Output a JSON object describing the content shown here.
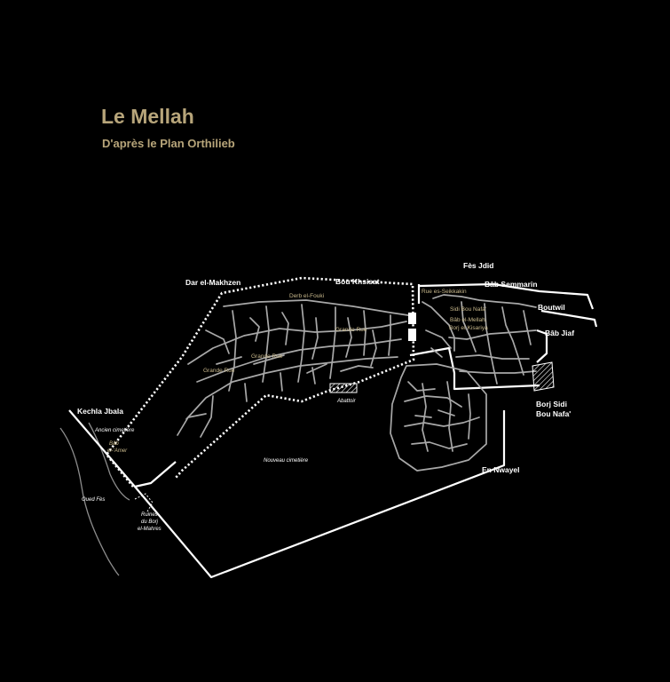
{
  "title": "Le Mellah",
  "subtitle": "D'après le Plan Orthilieb",
  "colors": {
    "background": "#000000",
    "title": "#b7a57a",
    "labels_outside": "#ffffff",
    "labels_inside": "#c9b98c",
    "lines": "#ffffff"
  },
  "labels": {
    "dar_el_makhzen": "Dar el-Makhzen",
    "bou_khsisat": "Bou Khsisat",
    "fes_jdid": "Fès Jdid",
    "bab_semmarin": "Bâb Semmarin",
    "boutwil": "Boutwil",
    "bab_jiaf": "Bâb Jiaf",
    "borj_sidi_line1": "Borj Sidi",
    "borj_sidi_line2": "Bou Nafa'",
    "en_nwayel": "En Nwayel",
    "kechla_jbala": "Kechla Jbala",
    "ancien_cimetiere": "Ancien cimetière",
    "bab_el_amer_line1": "Bâb",
    "bab_el_amer_line2": "el-'Amer",
    "oued_fes": "Oued Fès",
    "ruines_line1": "Ruines",
    "ruines_line2": "du Borj",
    "ruines_line3": "el-Mahres",
    "nouveau_cimetiere": "Nouveau cimetière",
    "abattoir": "Abattoir",
    "derb_el_fouki": "Derb el-Fouki",
    "grande_rue_1": "Grande Rue",
    "grande_rue_2": "Grande Rue",
    "grande_rue_3": "Grande Rue",
    "rue_es_seikkakin": "Rue es-Seikkakin",
    "sidi_bou_nafa": "Sidi Bou Nafa'",
    "bab_el_mellah_line1": "Bâb    el-Mellah,",
    "bab_el_mellah_line2": "Borj et Kisariya"
  }
}
